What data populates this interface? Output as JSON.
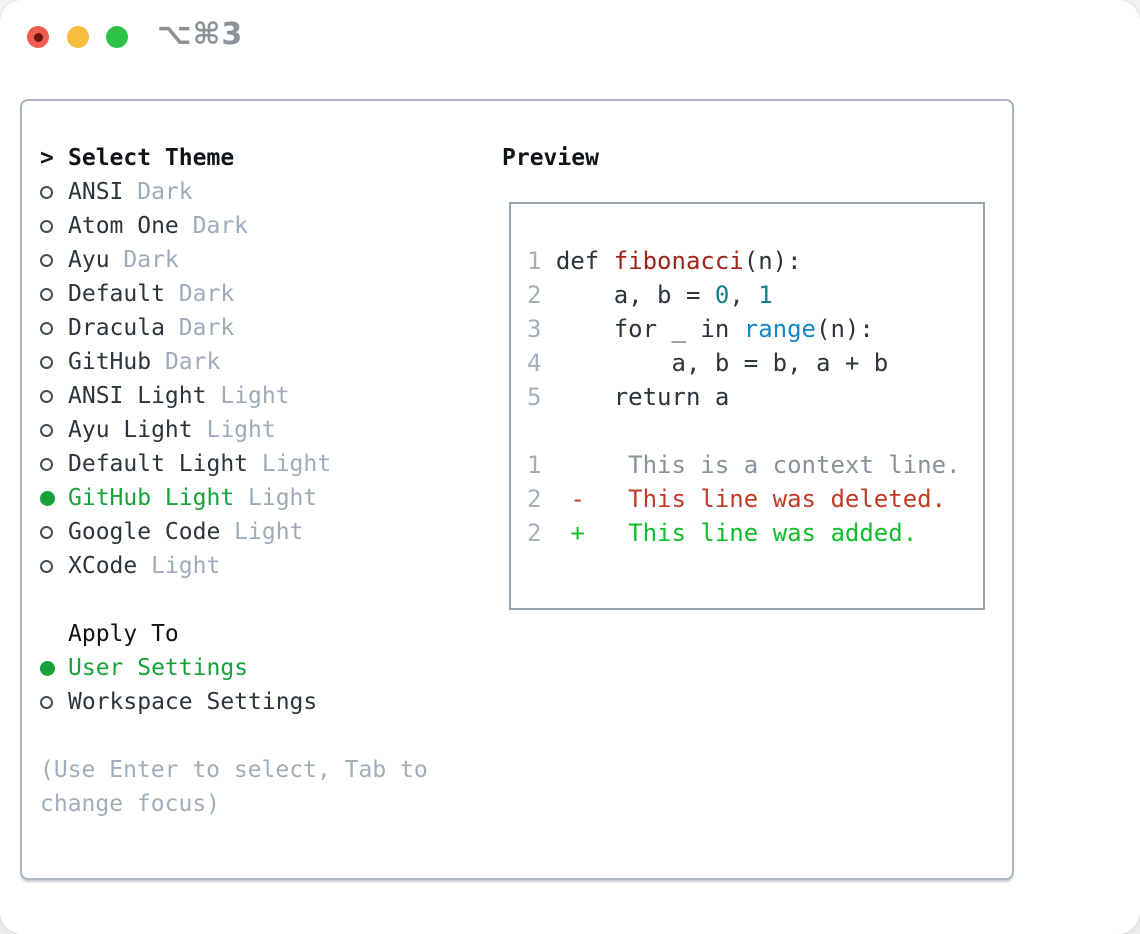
{
  "window": {
    "title": "⌥⌘3",
    "traffic_lights": [
      "close",
      "minimize",
      "zoom"
    ]
  },
  "theme_picker": {
    "header_prefix": ">",
    "header": "Select Theme",
    "themes": [
      {
        "name": "ANSI",
        "variant": "Dark",
        "selected": false
      },
      {
        "name": "Atom One",
        "variant": "Dark",
        "selected": false
      },
      {
        "name": "Ayu",
        "variant": "Dark",
        "selected": false
      },
      {
        "name": "Default",
        "variant": "Dark",
        "selected": false
      },
      {
        "name": "Dracula",
        "variant": "Dark",
        "selected": false
      },
      {
        "name": "GitHub",
        "variant": "Dark",
        "selected": false
      },
      {
        "name": "ANSI Light",
        "variant": "Light",
        "selected": false
      },
      {
        "name": "Ayu Light",
        "variant": "Light",
        "selected": false
      },
      {
        "name": "Default Light",
        "variant": "Light",
        "selected": false
      },
      {
        "name": "GitHub Light",
        "variant": "Light",
        "selected": true
      },
      {
        "name": "Google Code",
        "variant": "Light",
        "selected": false
      },
      {
        "name": "XCode",
        "variant": "Light",
        "selected": false
      }
    ],
    "apply_to": {
      "label": "Apply To",
      "options": [
        {
          "name": "User Settings",
          "selected": true
        },
        {
          "name": "Workspace Settings",
          "selected": false
        }
      ]
    },
    "hint_lines": [
      "(Use Enter to select, Tab to",
      "change focus)"
    ]
  },
  "preview": {
    "heading": "Preview",
    "lines": [
      [
        {
          "t": "1 ",
          "c": "num"
        },
        {
          "t": "def ",
          "c": "code-t"
        },
        {
          "t": "fibonacci",
          "c": "fn"
        },
        {
          "t": "(n):",
          "c": "code-t"
        }
      ],
      [
        {
          "t": "2 ",
          "c": "num"
        },
        {
          "t": "    a, b = ",
          "c": "code-t"
        },
        {
          "t": "0",
          "c": "lit"
        },
        {
          "t": ", ",
          "c": "code-t"
        },
        {
          "t": "1",
          "c": "lit"
        }
      ],
      [
        {
          "t": "3 ",
          "c": "num"
        },
        {
          "t": "    for _ in ",
          "c": "code-t"
        },
        {
          "t": "range",
          "c": "bi"
        },
        {
          "t": "(n):",
          "c": "code-t"
        }
      ],
      [
        {
          "t": "4 ",
          "c": "num"
        },
        {
          "t": "        a, b = b, a + b",
          "c": "code-t"
        }
      ],
      [
        {
          "t": "5 ",
          "c": "num"
        },
        {
          "t": "    return a",
          "c": "code-t"
        }
      ],
      [],
      [
        {
          "t": "1 ",
          "c": "num"
        },
        {
          "t": "     This is a context line.",
          "c": "ctx"
        }
      ],
      [
        {
          "t": "2 ",
          "c": "num"
        },
        {
          "t": " ",
          "c": "code-t"
        },
        {
          "t": "-   This line was deleted.",
          "c": "del"
        }
      ],
      [
        {
          "t": "2 ",
          "c": "num"
        },
        {
          "t": " ",
          "c": "code-t"
        },
        {
          "t": "+   This line was added.",
          "c": "add"
        }
      ]
    ]
  },
  "colors": {
    "selected_green": "#19a23a",
    "added_green": "#10bf2b",
    "deleted_red": "#c13b26",
    "function_red": "#a02418",
    "literal_teal": "#0f7f8a",
    "builtin_blue": "#1487c8",
    "muted_gray": "#9fabbb",
    "text_dark": "#2e343b",
    "panel_border": "#adb5c0"
  }
}
